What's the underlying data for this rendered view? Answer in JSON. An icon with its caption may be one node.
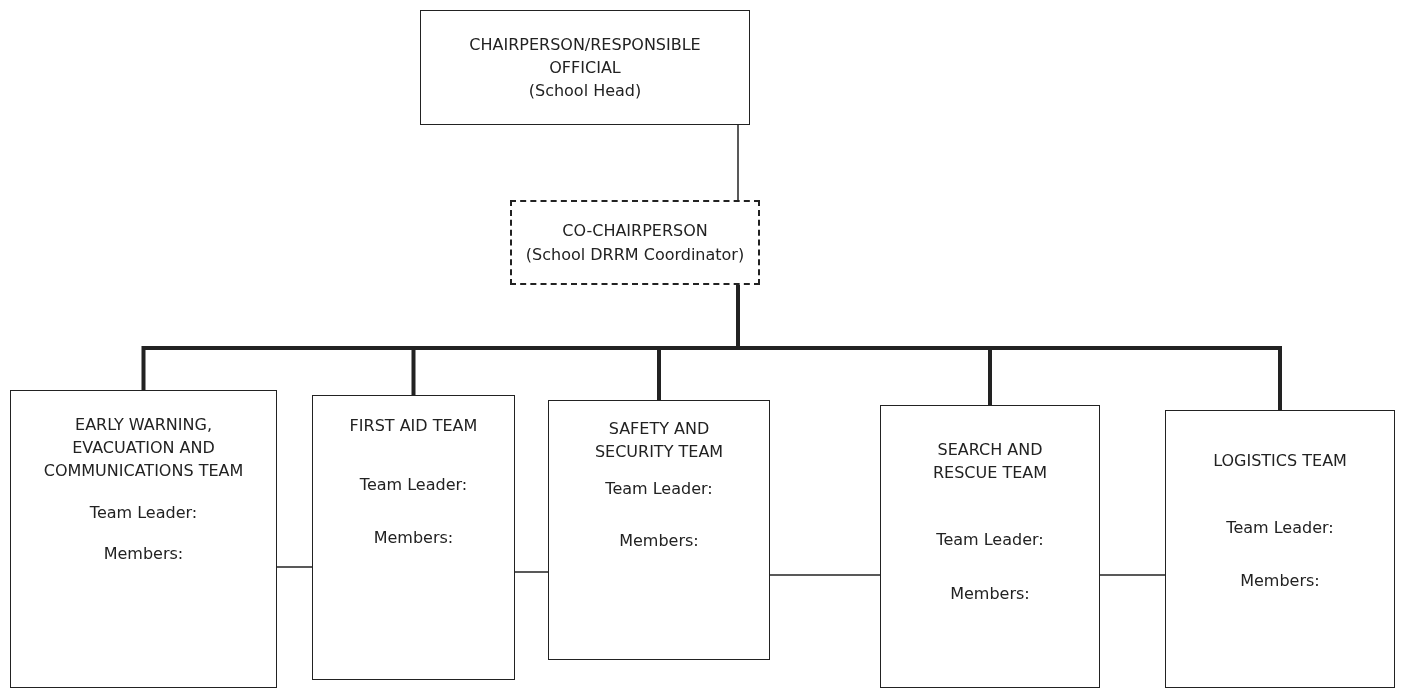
{
  "diagram": {
    "nodes": [
      {
        "text": [
          "CHAIRPERSON/RESPONSIBLE OFFICIAL",
          "(School Head)"
        ]
      },
      {
        "text": [
          "CO-CHAIRPERSON",
          "(School DRRM Coordinator)"
        ]
      },
      {
        "text": [
          "EARLY WARNING, EVACUATION AND COMMUNICATIONS TEAM",
          "Team Leader:",
          "Members:"
        ]
      },
      {
        "text": [
          "FIRST AID TEAM",
          "Team Leader:",
          "Members:"
        ]
      },
      {
        "text": [
          "SAFETY AND SECURITY TEAM",
          "Team Leader:",
          "Members:"
        ]
      },
      {
        "text": [
          "SEARCH AND RESCUE TEAM",
          "Team Leader:",
          "Members:"
        ]
      },
      {
        "text": [
          "LOGISTICS TEAM",
          "Team Leader:",
          "Members:"
        ]
      }
    ],
    "edges": [
      {
        "from": 0,
        "to": 1,
        "arrow": "none"
      },
      {
        "from": 1,
        "to": 2,
        "arrow": "none",
        "style": "thick"
      },
      {
        "from": 1,
        "to": 3,
        "arrow": "none",
        "style": "thick"
      },
      {
        "from": 1,
        "to": 4,
        "arrow": "none",
        "style": "thick"
      },
      {
        "from": 1,
        "to": 5,
        "arrow": "none",
        "style": "thick"
      },
      {
        "from": 1,
        "to": 6,
        "arrow": "none",
        "style": "thick"
      },
      {
        "from": 2,
        "to": 3,
        "arrow": "none"
      },
      {
        "from": 3,
        "to": 4,
        "arrow": "none"
      },
      {
        "from": 4,
        "to": 5,
        "arrow": "none"
      },
      {
        "from": 5,
        "to": 6,
        "arrow": "none"
      }
    ]
  }
}
